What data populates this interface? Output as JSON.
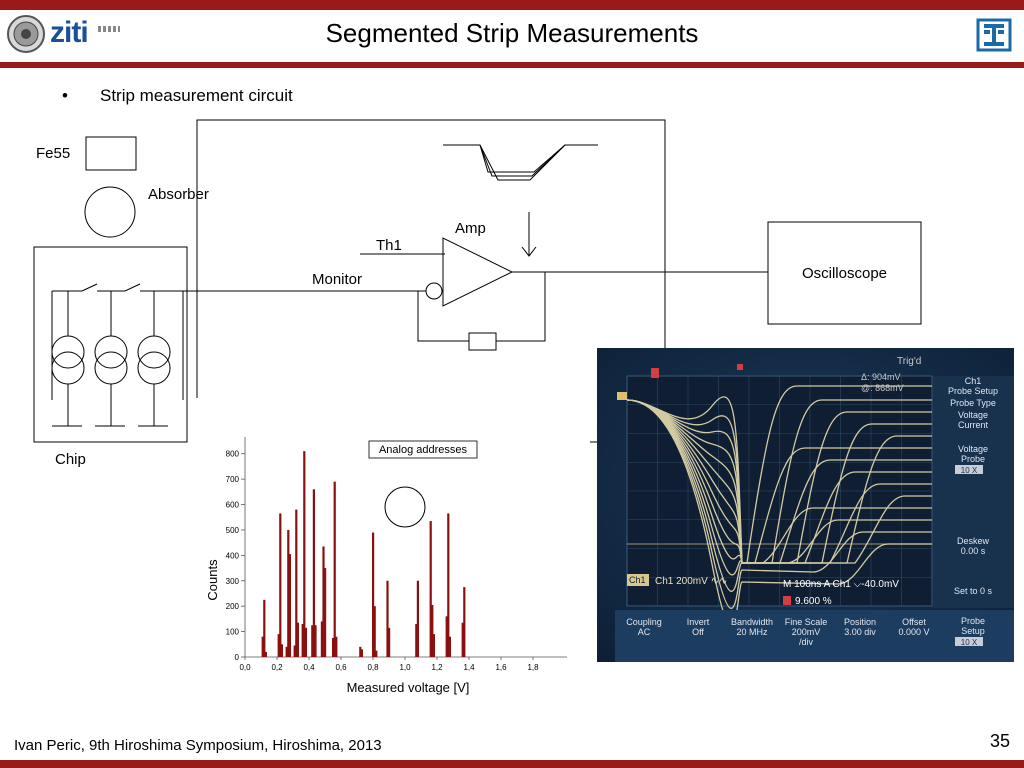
{
  "header": {
    "title": "Segmented Strip Measurements",
    "logo_text": "ziti"
  },
  "content": {
    "bullet": "Strip measurement circuit"
  },
  "circuit": {
    "fe55": "Fe55",
    "absorber": "Absorber",
    "chip": "Chip",
    "amp": "Amp",
    "th1": "Th1",
    "monitor": "Monitor",
    "oscilloscope": "Oscilloscope"
  },
  "scope_display": {
    "trig": "Trig'd",
    "delta": "Δ: 904mV",
    "at": "@: 868mV",
    "ch1_readout": "Ch1  200mV ∿∿",
    "timebase": "M 100ns  A  Ch1  ⌵-40.0mV",
    "percent": "9.600 %",
    "menu_right": [
      {
        "line1": "Ch1",
        "line2": "Probe Setup"
      },
      {
        "line1": "Probe Type",
        "line2": ""
      },
      {
        "line1": "Voltage",
        "line2": "Current"
      },
      {
        "line1": "Voltage",
        "line2": "Probe",
        "badge": "10 X"
      },
      {
        "line1": "Deskew",
        "line2": "0.00 s"
      },
      {
        "line1": "Set to 0 s",
        "line2": ""
      },
      {
        "line1": "Probe",
        "line2": "Setup",
        "badge": "10 X"
      }
    ],
    "menu_bottom": [
      {
        "line1": "Coupling",
        "line2": "AC"
      },
      {
        "line1": "Invert",
        "line2": "Off"
      },
      {
        "line1": "Bandwidth",
        "line2": "20 MHz"
      },
      {
        "line1": "Fine Scale",
        "line2": "200mV",
        "line3": "/div"
      },
      {
        "line1": "Position",
        "line2": "3.00 div"
      },
      {
        "line1": "Offset",
        "line2": "0.000 V"
      }
    ]
  },
  "chart_data": {
    "type": "bar",
    "ylabel": "Counts",
    "xlabel": "Measured voltage [V]",
    "annotation": "Analog addresses",
    "xlim": [
      0.0,
      2.0
    ],
    "ylim": [
      0,
      850
    ],
    "x_ticks": [
      "0,0",
      "0,2",
      "0,4",
      "0,6",
      "0,8",
      "1,0",
      "1,2",
      "1,4",
      "1,6",
      "1,8"
    ],
    "y_ticks": [
      "0",
      "100",
      "200",
      "300",
      "400",
      "500",
      "600",
      "700",
      "800"
    ],
    "bars": [
      {
        "x": 0.11,
        "y": 80
      },
      {
        "x": 0.12,
        "y": 225
      },
      {
        "x": 0.13,
        "y": 20
      },
      {
        "x": 0.21,
        "y": 90
      },
      {
        "x": 0.22,
        "y": 565
      },
      {
        "x": 0.23,
        "y": 50
      },
      {
        "x": 0.26,
        "y": 40
      },
      {
        "x": 0.27,
        "y": 500
      },
      {
        "x": 0.28,
        "y": 405
      },
      {
        "x": 0.31,
        "y": 45
      },
      {
        "x": 0.32,
        "y": 580
      },
      {
        "x": 0.33,
        "y": 135
      },
      {
        "x": 0.36,
        "y": 130
      },
      {
        "x": 0.37,
        "y": 810
      },
      {
        "x": 0.38,
        "y": 115
      },
      {
        "x": 0.42,
        "y": 125
      },
      {
        "x": 0.43,
        "y": 660
      },
      {
        "x": 0.44,
        "y": 125
      },
      {
        "x": 0.48,
        "y": 140
      },
      {
        "x": 0.49,
        "y": 435
      },
      {
        "x": 0.5,
        "y": 350
      },
      {
        "x": 0.55,
        "y": 75
      },
      {
        "x": 0.56,
        "y": 690
      },
      {
        "x": 0.57,
        "y": 80
      },
      {
        "x": 0.72,
        "y": 40
      },
      {
        "x": 0.73,
        "y": 30
      },
      {
        "x": 0.8,
        "y": 490
      },
      {
        "x": 0.81,
        "y": 200
      },
      {
        "x": 0.82,
        "y": 25
      },
      {
        "x": 0.89,
        "y": 300
      },
      {
        "x": 0.9,
        "y": 115
      },
      {
        "x": 1.07,
        "y": 130
      },
      {
        "x": 1.08,
        "y": 300
      },
      {
        "x": 1.16,
        "y": 535
      },
      {
        "x": 1.17,
        "y": 205
      },
      {
        "x": 1.18,
        "y": 90
      },
      {
        "x": 1.26,
        "y": 160
      },
      {
        "x": 1.27,
        "y": 565
      },
      {
        "x": 1.28,
        "y": 80
      },
      {
        "x": 1.36,
        "y": 135
      },
      {
        "x": 1.37,
        "y": 275
      }
    ]
  },
  "footer": {
    "text": "Ivan Peric, 9th Hiroshima Symposium, Hiroshima, 2013",
    "page_number": "35"
  }
}
